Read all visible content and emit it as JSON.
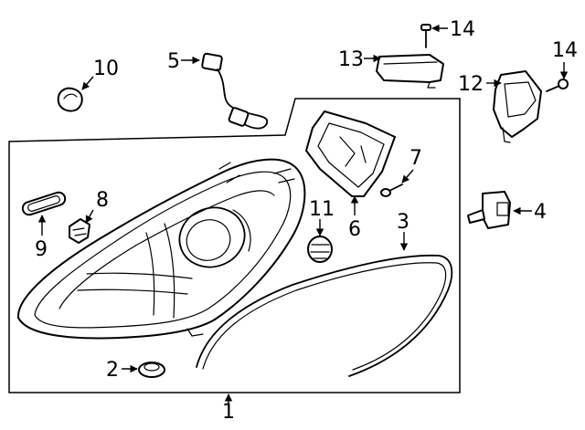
{
  "callouts": {
    "c1": "1",
    "c2": "2",
    "c3": "3",
    "c4": "4",
    "c5": "5",
    "c6": "6",
    "c7": "7",
    "c8": "8",
    "c9": "9",
    "c10": "10",
    "c11": "11",
    "c12": "12",
    "c13": "13",
    "c14a": "14",
    "c14b": "14"
  },
  "colors": {
    "line": "#000000",
    "background": "#ffffff"
  }
}
